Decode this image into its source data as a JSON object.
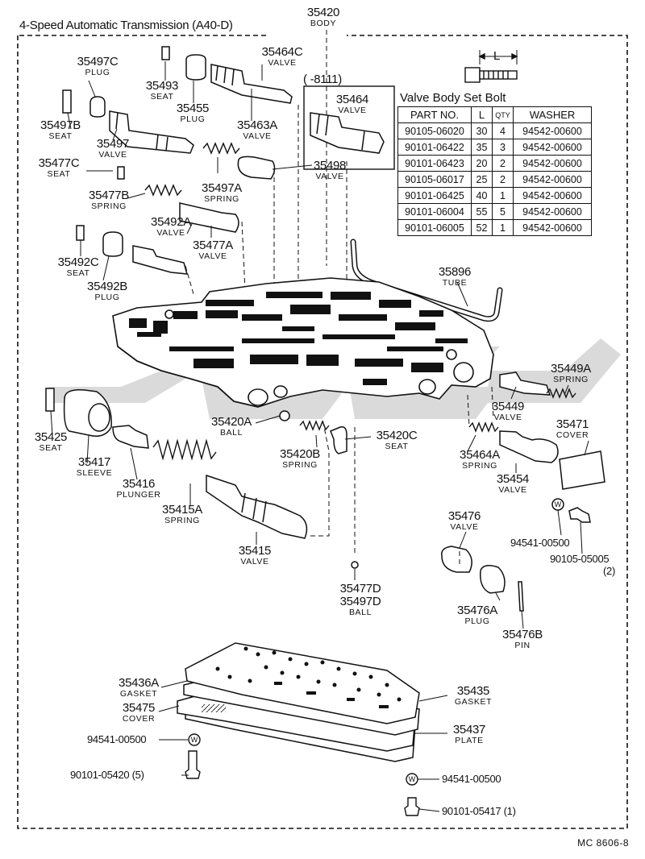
{
  "header": {
    "title": "4-Speed Automatic Transmission (A40-D)",
    "main_part": {
      "number": "35420",
      "desc": "BODY"
    },
    "footer_code": "MC 8606-8"
  },
  "range_note": "(      -8111)",
  "bolt_table": {
    "title": "Valve Body Set Bolt",
    "dimension_label": "L",
    "columns": [
      "PART NO.",
      "L",
      "QTY",
      "WASHER"
    ],
    "rows": [
      [
        "90105-06020",
        "30",
        "4",
        "94542-00600"
      ],
      [
        "90101-06422",
        "35",
        "3",
        "94542-00600"
      ],
      [
        "90101-06423",
        "20",
        "2",
        "94542-00600"
      ],
      [
        "90105-06017",
        "25",
        "2",
        "94542-00600"
      ],
      [
        "90101-06425",
        "40",
        "1",
        "94542-00600"
      ],
      [
        "90101-06004",
        "55",
        "5",
        "94542-00600"
      ],
      [
        "90101-06005",
        "52",
        "1",
        "94542-00600"
      ]
    ]
  },
  "parts": [
    {
      "id": "35497C",
      "number": "35497C",
      "desc": "PLUG"
    },
    {
      "id": "35493",
      "number": "35493",
      "desc": "SEAT"
    },
    {
      "id": "35464C",
      "number": "35464C",
      "desc": "VALVE"
    },
    {
      "id": "35455",
      "number": "35455",
      "desc": "PLUG"
    },
    {
      "id": "35463A",
      "number": "35463A",
      "desc": "VALVE"
    },
    {
      "id": "35464",
      "number": "35464",
      "desc": "VALVE"
    },
    {
      "id": "35497B",
      "number": "35497B",
      "desc": "SEAT"
    },
    {
      "id": "35497",
      "number": "35497",
      "desc": "VALVE"
    },
    {
      "id": "35477C",
      "number": "35477C",
      "desc": "SEAT"
    },
    {
      "id": "35498",
      "number": "35498",
      "desc": "VALVE"
    },
    {
      "id": "35497A",
      "number": "35497A",
      "desc": "SPRING"
    },
    {
      "id": "35477B",
      "number": "35477B",
      "desc": "SPRING"
    },
    {
      "id": "35492A",
      "number": "35492A",
      "desc": "VALVE"
    },
    {
      "id": "35477A",
      "number": "35477A",
      "desc": "VALVE"
    },
    {
      "id": "35492C",
      "number": "35492C",
      "desc": "SEAT"
    },
    {
      "id": "35492B",
      "number": "35492B",
      "desc": "PLUG"
    },
    {
      "id": "35896",
      "number": "35896",
      "desc": "TUBE"
    },
    {
      "id": "35449A",
      "number": "35449A",
      "desc": "SPRING"
    },
    {
      "id": "35449",
      "number": "35449",
      "desc": "VALVE"
    },
    {
      "id": "35471",
      "number": "35471",
      "desc": "COVER"
    },
    {
      "id": "35425",
      "number": "35425",
      "desc": "SEAT"
    },
    {
      "id": "35420A",
      "number": "35420A",
      "desc": "BALL"
    },
    {
      "id": "35420C",
      "number": "35420C",
      "desc": "SEAT"
    },
    {
      "id": "35420B",
      "number": "35420B",
      "desc": "SPRING"
    },
    {
      "id": "35464A",
      "number": "35464A",
      "desc": "SPRING"
    },
    {
      "id": "35454",
      "number": "35454",
      "desc": "VALVE"
    },
    {
      "id": "35417",
      "number": "35417",
      "desc": "SLEEVE"
    },
    {
      "id": "35416",
      "number": "35416",
      "desc": "PLUNGER"
    },
    {
      "id": "35415A",
      "number": "35415A",
      "desc": "SPRING"
    },
    {
      "id": "35415",
      "number": "35415",
      "desc": "VALVE"
    },
    {
      "id": "35476",
      "number": "35476",
      "desc": "VALVE"
    },
    {
      "id": "35477D",
      "number": "35477D",
      "desc": ""
    },
    {
      "id": "35497D",
      "number": "35497D",
      "desc": "BALL"
    },
    {
      "id": "35476A",
      "number": "35476A",
      "desc": "PLUG"
    },
    {
      "id": "35476B",
      "number": "35476B",
      "desc": "PIN"
    },
    {
      "id": "35436A",
      "number": "35436A",
      "desc": "GASKET"
    },
    {
      "id": "35435",
      "number": "35435",
      "desc": "GASKET"
    },
    {
      "id": "35475",
      "number": "35475",
      "desc": "COVER"
    },
    {
      "id": "35437",
      "number": "35437",
      "desc": "PLATE"
    }
  ],
  "hardware": {
    "washer_cover": "94541-00500",
    "bolt_cover": "90105-05005",
    "bolt_cover_qty": "(2)",
    "washer_left": "94541-00500",
    "bolt_left": "90101-05420 (5)",
    "washer_right": "94541-00500",
    "bolt_right": "90101-05417 (1)",
    "washer_symbol": "W"
  }
}
